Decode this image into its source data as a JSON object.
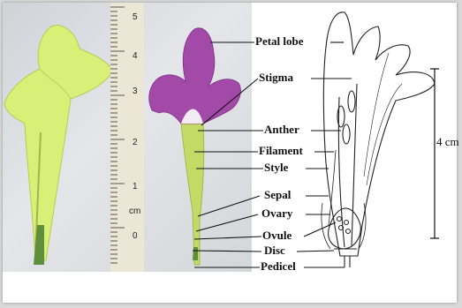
{
  "labels": {
    "petal_lobe": "Petal lobe",
    "stigma": "Stigma",
    "anther": "Anther",
    "filament": "Filament",
    "style": "Style",
    "sepal": "Sepal",
    "ovary": "Ovary",
    "ovule": "Ovule",
    "disc": "Disc",
    "pedicel": "Pedicel"
  },
  "scale_bar": {
    "label": "4 cm"
  },
  "ruler": {
    "numbers": [
      "5",
      "4",
      "3",
      "2",
      "1",
      "cm",
      "0"
    ]
  },
  "colors": {
    "yellow_flower": "#d9f07a",
    "purple_petal": "#a34aa8",
    "ruler": "#ebe6d6",
    "leader_line": "#111111"
  }
}
